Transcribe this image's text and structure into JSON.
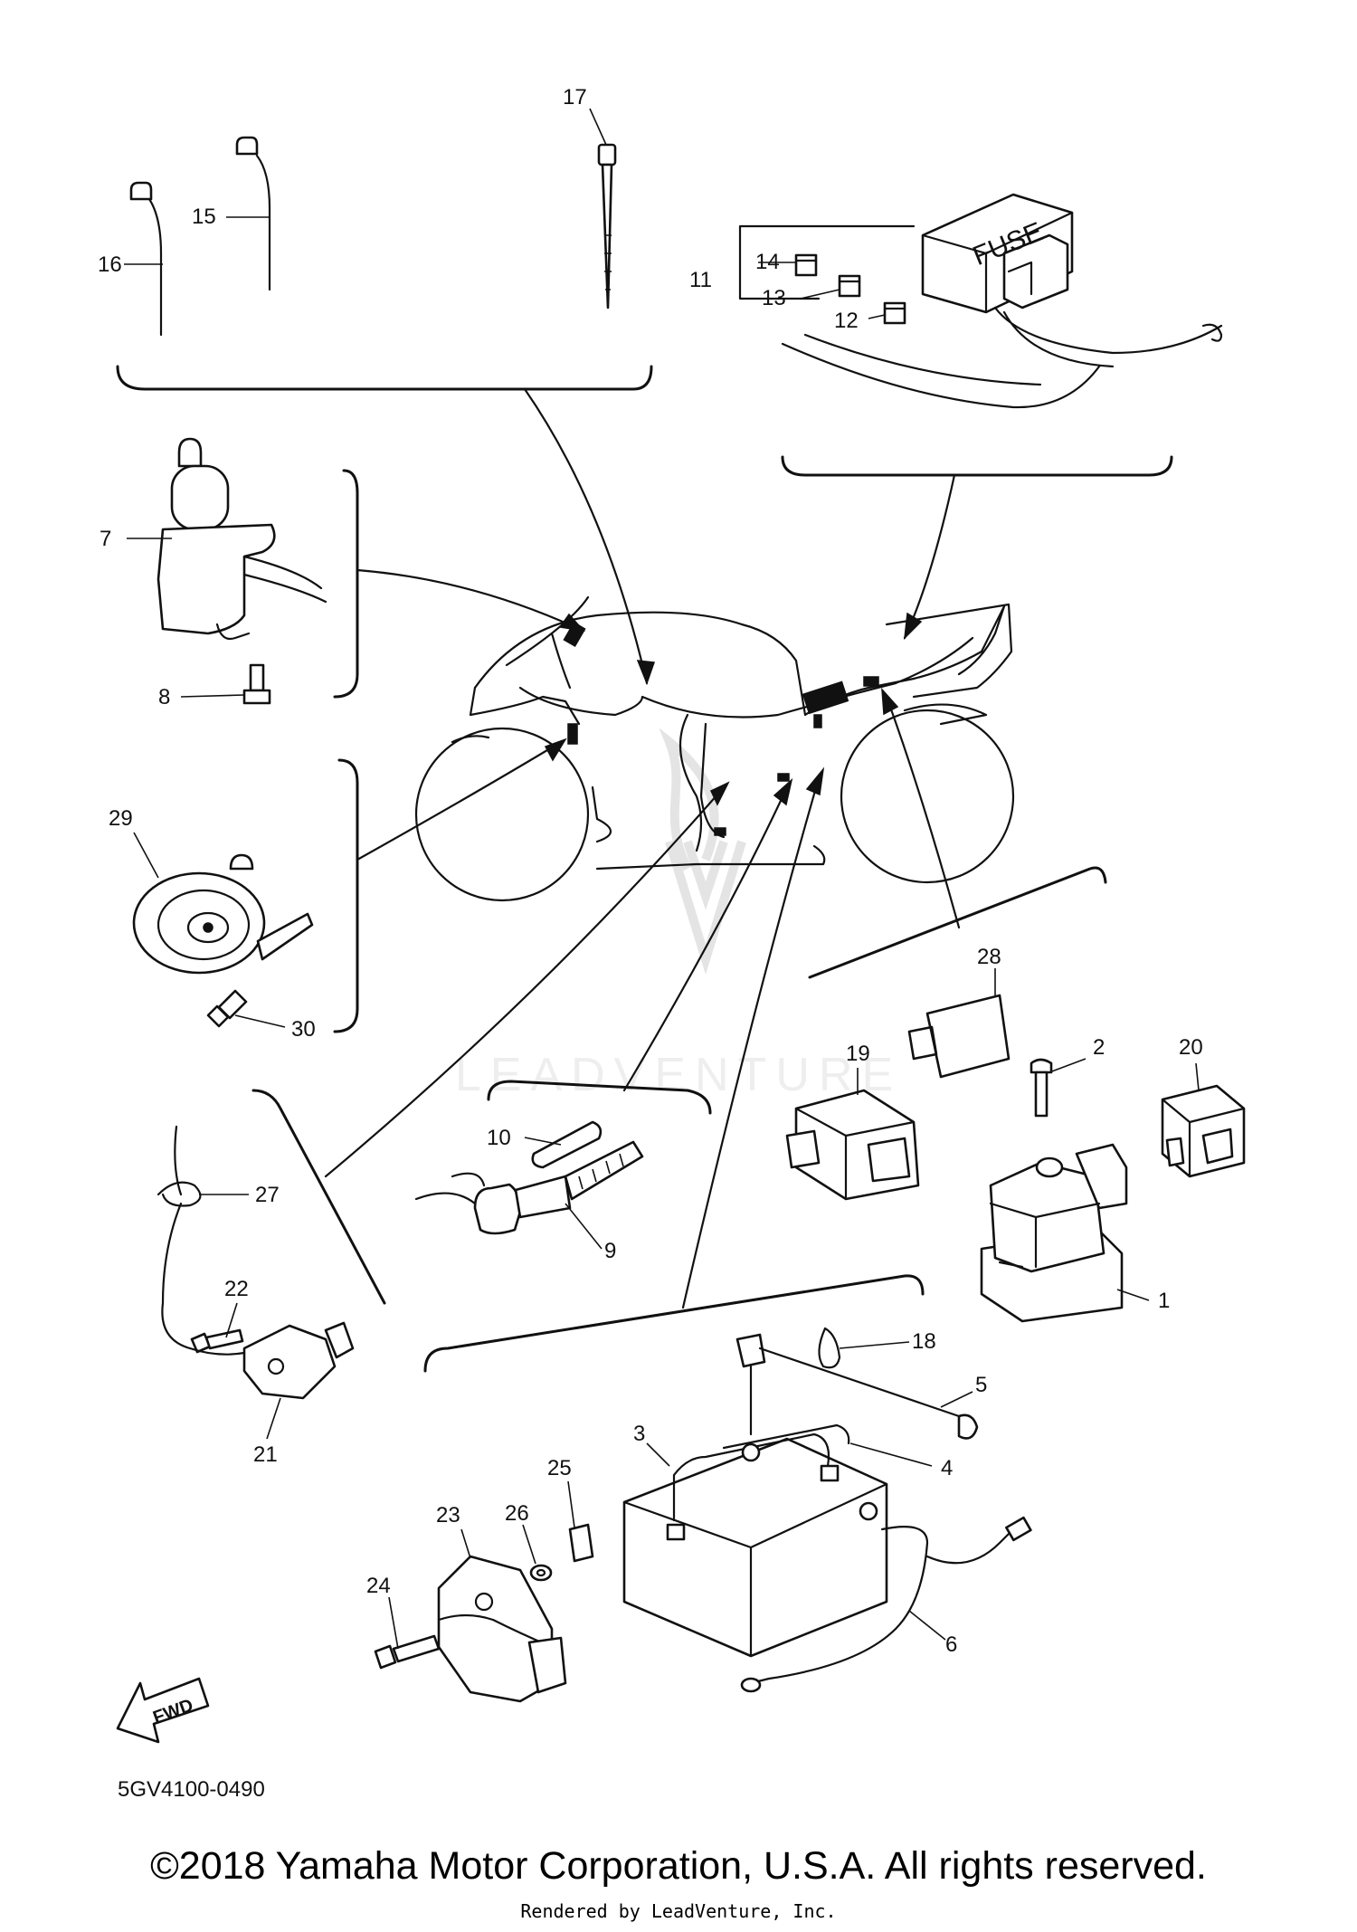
{
  "diagram": {
    "fuse_label": "FUSE",
    "fwd_label": "FWD",
    "part_number": "5GV4100-0490",
    "watermark_text": "LEADVENTURE",
    "callouts": [
      "1",
      "2",
      "3",
      "4",
      "5",
      "6",
      "7",
      "8",
      "9",
      "10",
      "11",
      "12",
      "13",
      "14",
      "15",
      "16",
      "17",
      "18",
      "19",
      "20",
      "21",
      "22",
      "23",
      "24",
      "25",
      "26",
      "27",
      "28",
      "29",
      "30"
    ]
  },
  "footer": {
    "copyright": "©2018 Yamaha Motor Corporation, U.S.A. All rights reserved.",
    "rendered_by": "Rendered by LeadVenture, Inc."
  }
}
